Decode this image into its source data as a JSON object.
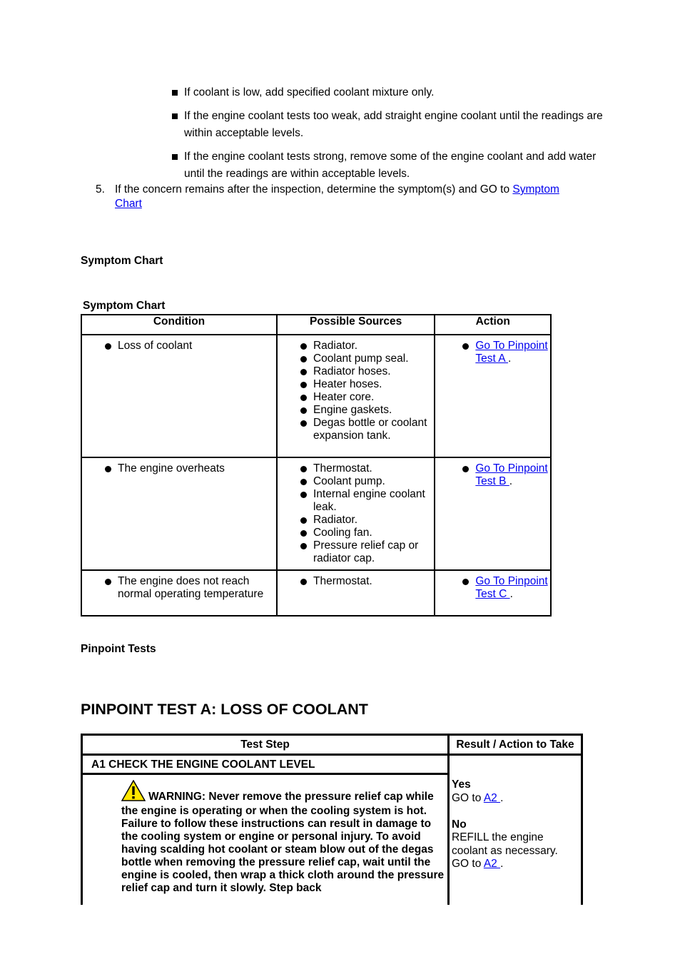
{
  "bullets": [
    "If coolant is low, add specified coolant mixture only.",
    "If the engine coolant tests too weak, add straight engine coolant until the readings are within acceptable levels.",
    "If the engine coolant tests strong, remove some of the engine coolant and add water until the readings are within acceptable levels."
  ],
  "step5": {
    "number": "5.",
    "text": "If the concern remains after the inspection, determine the symptom(s) and GO to ",
    "link": "Symptom Chart"
  },
  "section_heading": "Symptom Chart",
  "symptom_table": {
    "caption": "Symptom Chart",
    "headers": [
      "Condition",
      "Possible Sources",
      "Action"
    ],
    "rows": [
      {
        "condition": "Loss of coolant",
        "sources": [
          "Radiator.",
          "Coolant pump seal.",
          "Radiator hoses.",
          "Heater hoses.",
          "Heater core.",
          "Engine gaskets.",
          "Degas bottle or coolant expansion tank."
        ],
        "action_link": "Go To Pinpoint Test A ",
        "action_suffix": "."
      },
      {
        "condition": "The engine overheats",
        "sources": [
          "Thermostat.",
          "Coolant pump.",
          "Internal engine coolant leak.",
          "Radiator.",
          "Cooling fan.",
          "Pressure relief cap or radiator cap."
        ],
        "action_link": "Go To Pinpoint Test B ",
        "action_suffix": "."
      },
      {
        "condition": "The engine does not reach normal operating temperature",
        "sources": [
          "Thermostat."
        ],
        "action_link": "Go To Pinpoint Test C ",
        "action_suffix": "."
      }
    ]
  },
  "pinpoint_heading": "Pinpoint Tests",
  "pinpoint_title": "PINPOINT TEST A: LOSS OF COOLANT",
  "pinpoint_table": {
    "headers": [
      "Test Step",
      "Result / Action to Take"
    ],
    "step_title": "A1 CHECK THE ENGINE COOLANT LEVEL",
    "warning": "WARNING: Never remove the pressure relief cap while the engine is operating or when the cooling system is hot. Failure to follow these instructions can result in damage to the cooling system or engine or personal injury. To avoid having scalding hot coolant or steam blow out of the degas bottle when removing the pressure relief cap, wait until the engine is cooled, then wrap a thick cloth around the pressure relief cap and turn it slowly. Step back",
    "yes_label": "Yes",
    "yes_prefix": "GO to ",
    "yes_link": "A2 ",
    "yes_suffix": ".",
    "no_label": "No",
    "no_text": "REFILL the engine coolant as necessary.",
    "no_prefix": "GO to ",
    "no_link": "A2 ",
    "no_suffix": "."
  },
  "icons": {
    "bullet_square": "square-bullet-icon",
    "bullet_dot": "round-bullet-icon",
    "warning": "warning-triangle-icon"
  },
  "colors": {
    "link": "#0000ee",
    "warning_fill": "#ffe600"
  }
}
